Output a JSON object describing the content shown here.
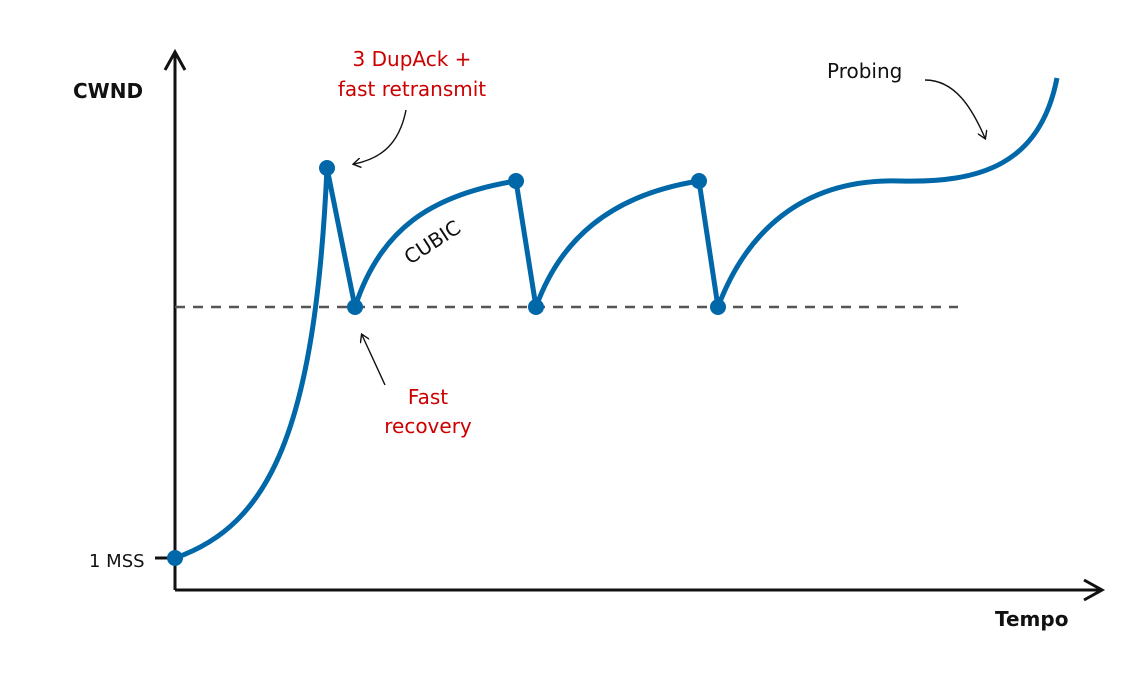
{
  "axes": {
    "y_label": "CWND",
    "x_label": "Tempo",
    "y_tick": "1 MSS"
  },
  "annotations": {
    "dupack_line1": "3 DupAck +",
    "dupack_line2": "fast retransmit",
    "recovery_line1": "Fast",
    "recovery_line2": "recovery",
    "probing": "Probing",
    "cubic": "CUBIC"
  },
  "colors": {
    "curve": "#0068a8",
    "annotation": "#cc0000",
    "threshold": "#555555"
  }
}
